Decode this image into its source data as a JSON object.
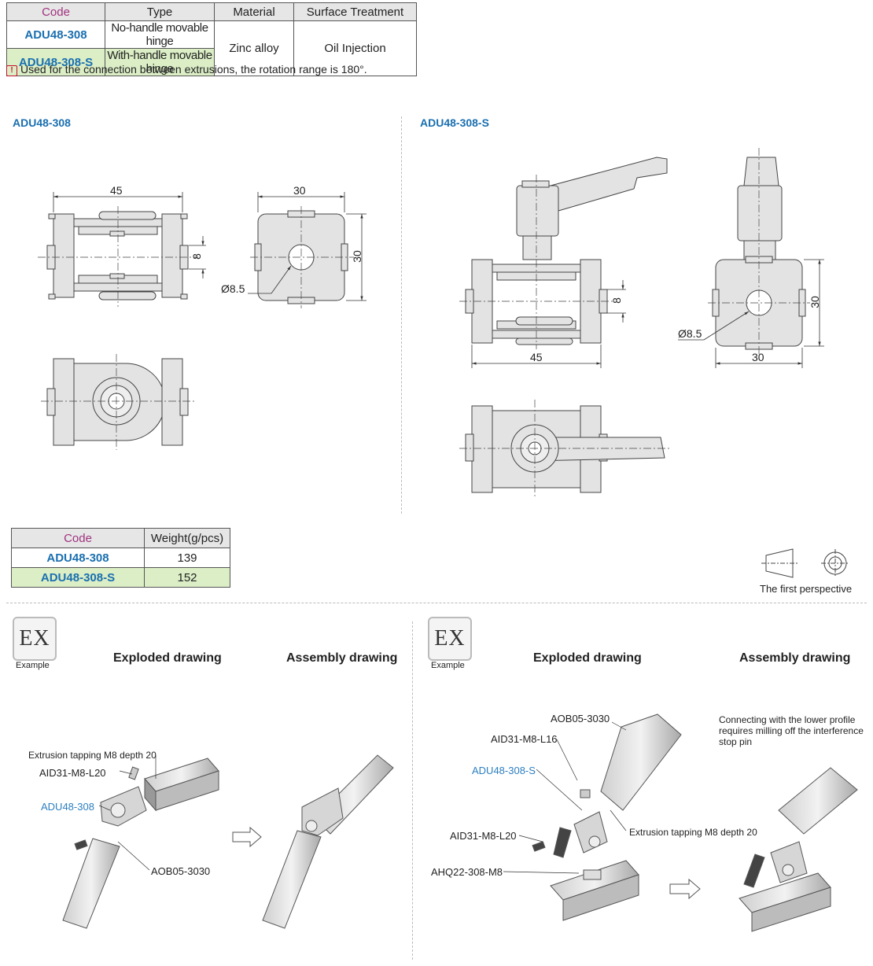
{
  "spec_table": {
    "headers": [
      "Code",
      "Type",
      "Material",
      "Surface Treatment"
    ],
    "rows": [
      {
        "code": "ADU48-308",
        "type": "No-handle movable hinge"
      },
      {
        "code": "ADU48-308-S",
        "type": "With-handle movable hinge"
      }
    ],
    "material": "Zinc alloy",
    "surface": "Oil Injection"
  },
  "note": "Used for the connection between extrusions, the rotation range is 180°.",
  "note_icon": "exclamation-icon",
  "sections": {
    "left_title": "ADU48-308",
    "right_title": "ADU48-308-S"
  },
  "dimensions": {
    "width": "45",
    "side": "30",
    "slot": "8",
    "hole": "Ø8.5"
  },
  "weight_table": {
    "headers": [
      "Code",
      "Weight(g/pcs)"
    ],
    "rows": [
      {
        "code": "ADU48-308",
        "weight": "139"
      },
      {
        "code": "ADU48-308-S",
        "weight": "152"
      }
    ]
  },
  "perspective_label": "The first perspective",
  "example": {
    "badge": "EX",
    "label": "Example",
    "exploded": "Exploded drawing",
    "assembly": "Assembly drawing"
  },
  "left_example": {
    "tapping": "Extrusion tapping M8 depth 20",
    "screw": "AID31-M8-L20",
    "part": "ADU48-308",
    "profile": "AOB05-3030"
  },
  "right_example": {
    "profile": "AOB05-3030",
    "screw_top": "AID31-M8-L16",
    "part": "ADU48-308-S",
    "tapping": "Extrusion tapping M8 depth 20",
    "screw_bottom": "AID31-M8-L20",
    "handle": "AHQ22-308-M8",
    "note": "Connecting with the lower profile requires milling off the interference stop pin"
  },
  "colors": {
    "code_blue": "#1a6fb0",
    "header_purple": "#a0327f",
    "row_green": "#dbeec6",
    "header_gray": "#e6e6e6"
  }
}
